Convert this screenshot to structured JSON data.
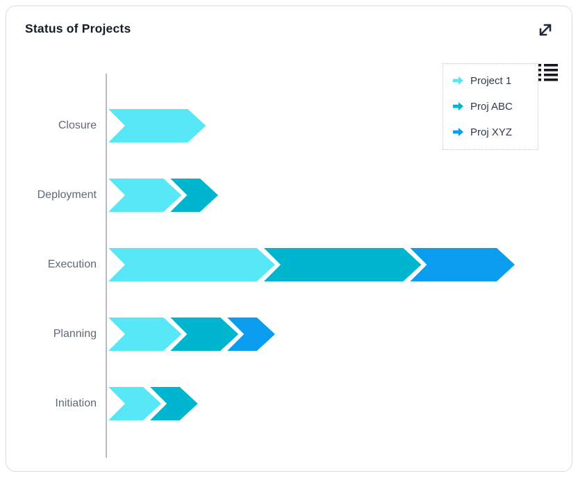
{
  "card": {
    "title": "Status of Projects"
  },
  "icons": {
    "expand": "expand-diagonal-arrows-icon",
    "menu": "list-menu-icon",
    "legend_marker": "arrow-right-icon"
  },
  "colors": {
    "axis_line": "#b4bac0",
    "category_label": "#5d6974",
    "title_text": "#131c28",
    "icon_dark": "#20293a",
    "series_project1": "#58E7F6",
    "series_projABC": "#00B5CE",
    "series_projXYZ": "#0A9CEF"
  },
  "legend": {
    "items": [
      {
        "label": "Project 1",
        "color": "#58E7F6"
      },
      {
        "label": "Proj ABC",
        "color": "#00B5CE"
      },
      {
        "label": "Proj XYZ",
        "color": "#0A9CEF"
      }
    ]
  },
  "chart_data": {
    "type": "bar",
    "subtype": "stacked-chevron-arrows",
    "orientation": "horizontal",
    "title": "Status of Projects",
    "xlabel": "",
    "ylabel": "",
    "categories": [
      "Closure",
      "Deployment",
      "Execution",
      "Planning",
      "Initiation"
    ],
    "series": [
      {
        "name": "Project 1",
        "color": "#58E7F6",
        "values": [
          24,
          18,
          41,
          18,
          13
        ]
      },
      {
        "name": "Proj ABC",
        "color": "#00B5CE",
        "values": [
          0,
          9,
          36,
          14,
          9
        ]
      },
      {
        "name": "Proj XYZ",
        "color": "#0A9CEF",
        "values": [
          0,
          0,
          23,
          9,
          0
        ]
      }
    ],
    "xlim": [
      0,
      100
    ],
    "x_axis_labels_visible": false,
    "grid": false,
    "legend_position": "top-right"
  }
}
